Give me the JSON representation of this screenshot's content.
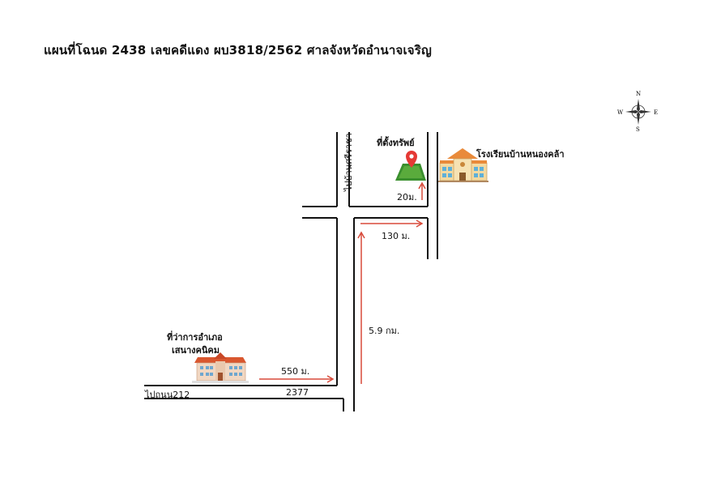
{
  "title": "แผนที่โฉนด 2438 เลขคดีแดง ผบ3818/2562 ศาลจังหวัดอำนาจเจริญ",
  "compass": {
    "n": "N",
    "s": "S",
    "e": "E",
    "w": "W"
  },
  "labels": {
    "property": "ที่ตั้งทรัพย์",
    "school": "โรงเรียนบ้านหนองคล้า",
    "district_office_line1": "ที่ว่าการอำเภอ",
    "district_office_line2": "เสนางคนิคม",
    "road_to_village": "ไปบ้านศรีราชา",
    "road_212": "ไปถนน212",
    "road_2377": "2377"
  },
  "distances": {
    "d_20": "20ม.",
    "d_130": "130 ม.",
    "d_5_9": "5.9 กม.",
    "d_550": "550 ม."
  },
  "colors": {
    "arrow": "#d84a3a",
    "road": "#111111"
  }
}
